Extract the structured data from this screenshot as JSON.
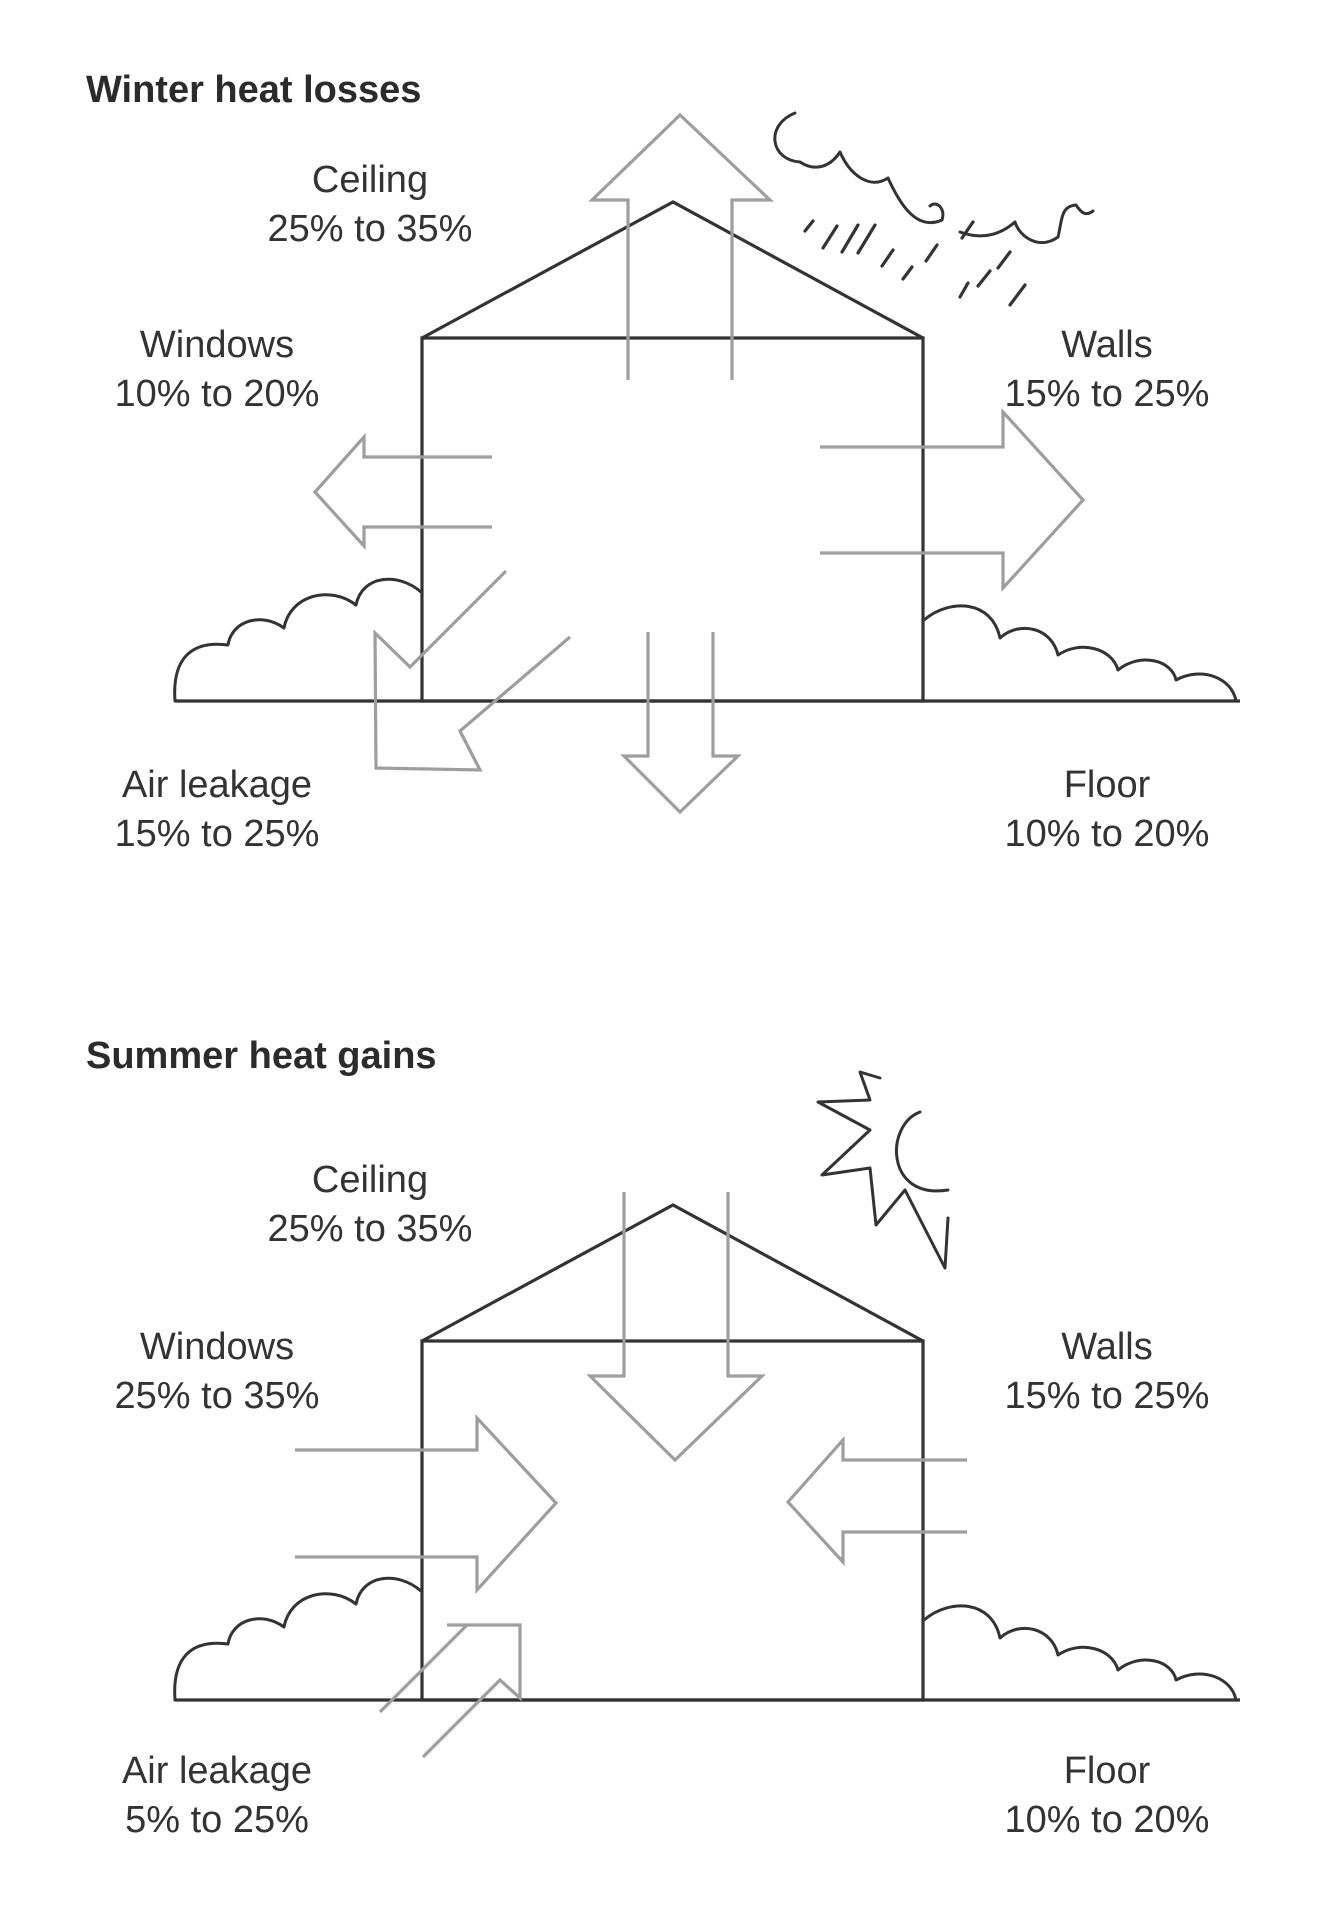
{
  "winter": {
    "title": "Winter heat losses",
    "ceiling": {
      "name": "Ceiling",
      "range": "25% to 35%"
    },
    "windows": {
      "name": "Windows",
      "range": "10% to 20%"
    },
    "walls": {
      "name": "Walls",
      "range": "15% to 25%"
    },
    "air_leakage": {
      "name": "Air leakage",
      "range": "15% to 25%"
    },
    "floor": {
      "name": "Floor",
      "range": "10% to 20%"
    }
  },
  "summer": {
    "title": "Summer heat gains",
    "ceiling": {
      "name": "Ceiling",
      "range": "25% to 35%"
    },
    "windows": {
      "name": "Windows",
      "range": "25% to 35%"
    },
    "walls": {
      "name": "Walls",
      "range": "15% to 25%"
    },
    "air_leakage": {
      "name": "Air leakage",
      "range": "5% to 25%"
    },
    "floor": {
      "name": "Floor",
      "range": "10% to 20%"
    }
  }
}
